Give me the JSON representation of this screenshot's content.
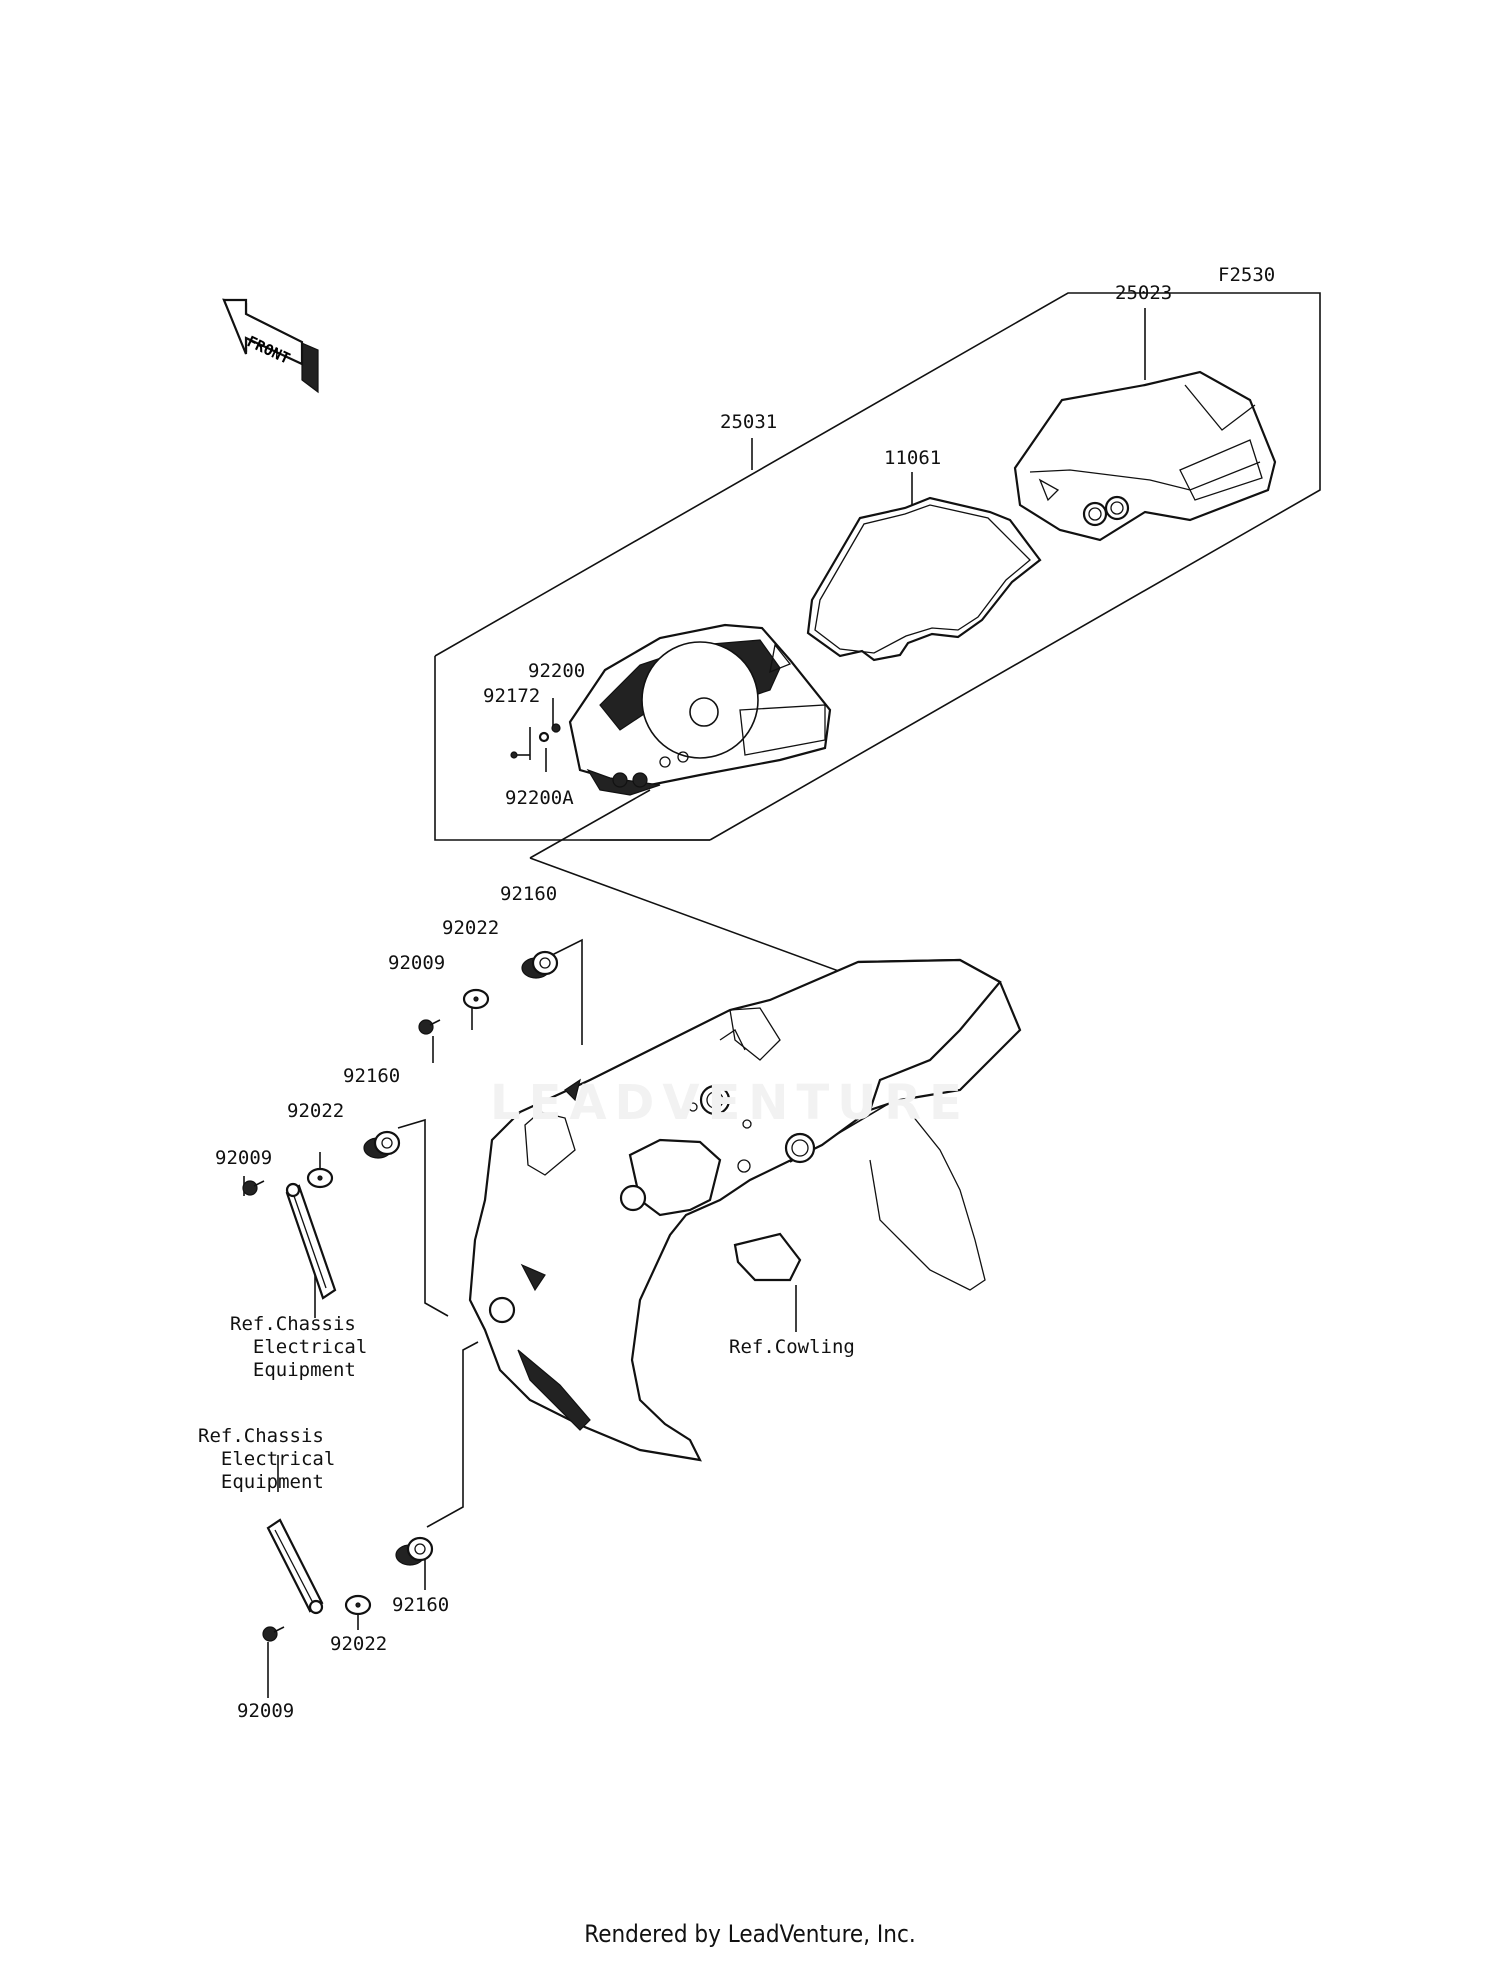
{
  "diagram_id": "F2530",
  "front_label": "FRONT",
  "parts": {
    "p25023": "25023",
    "p25031": "25031",
    "p11061": "11061",
    "p92200": "92200",
    "p92172": "92172",
    "p92200A": "92200A",
    "p92160_a": "92160",
    "p92022_a": "92022",
    "p92009_a": "92009",
    "p92160_b": "92160",
    "p92022_b": "92022",
    "p92009_b": "92009",
    "p92160_c": "92160",
    "p92022_c": "92022",
    "p92009_c": "92009"
  },
  "refs": {
    "ref_chassis_1": "Ref.Chassis\n  Electrical\n  Equipment",
    "ref_chassis_2": "Ref.Chassis\n  Electrical\n  Equipment",
    "ref_cowling": "Ref.Cowling"
  },
  "watermark": "LEADVENTURE",
  "footer": "Rendered by LeadVenture, Inc."
}
